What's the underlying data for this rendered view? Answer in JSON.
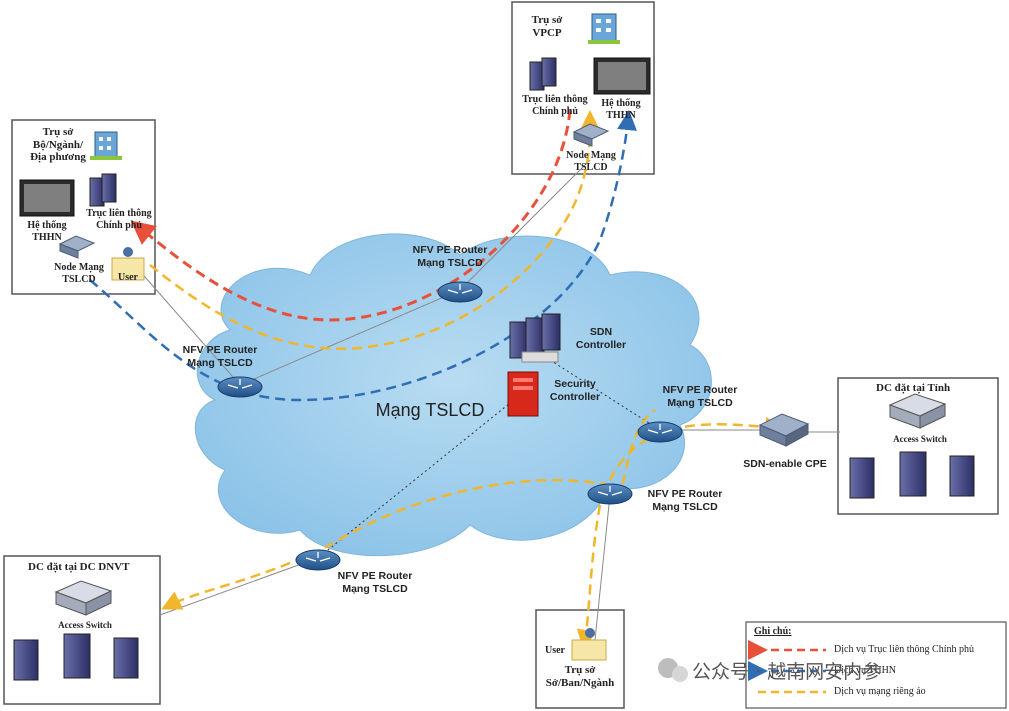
{
  "cloud_label": "Mạng TSLCD",
  "routers": {
    "top": "NFV PE Router\nMạng TSLCD",
    "left": "NFV PE Router\nMạng TSLCD",
    "right": "NFV PE Router\nMạng TSLCD",
    "bottom_right": "NFV PE Router\nMạng TSLCD",
    "bottom_left": "NFV PE Router\nMạng TSLCD"
  },
  "sdn_controller": "SDN\nController",
  "security_controller": "Security\nController",
  "sdn_cpe": "SDN-enable CPE",
  "box_ministry": {
    "title": "Trụ sở\nBộ/Ngành/\nĐịa phương",
    "system": "Hệ thống THHN",
    "axis": "Trục liên thông\nChính phủ",
    "node": "Node Mạng\nTSLCD",
    "user": "User"
  },
  "box_vpcp": {
    "title": "Trụ sở\nVPCP",
    "axis": "Trục liên thông\nChính phủ",
    "system": "Hệ thống THHN",
    "node": "Node Mạng\nTSLCD"
  },
  "box_dc_province": {
    "title": "DC đặt tại Tỉnh",
    "switch": "Access Switch"
  },
  "box_dc_dnvt": {
    "title": "DC đặt tại DC DNVT",
    "switch": "Access Switch"
  },
  "box_department": {
    "user": "User",
    "title": "Trụ sở\nSở/Ban/Ngành"
  },
  "legend": {
    "title": "Ghi chú:",
    "items": [
      {
        "label": "Dịch vụ Trục liên thông Chính phủ",
        "color": "#e8503a"
      },
      {
        "label": "Dịch vụ THHN",
        "color": "#2f6db5"
      },
      {
        "label": "Dịch vụ mạng riêng ảo",
        "color": "#f2b62b"
      }
    ]
  },
  "watermark": "公众号 · 越南网安内参"
}
